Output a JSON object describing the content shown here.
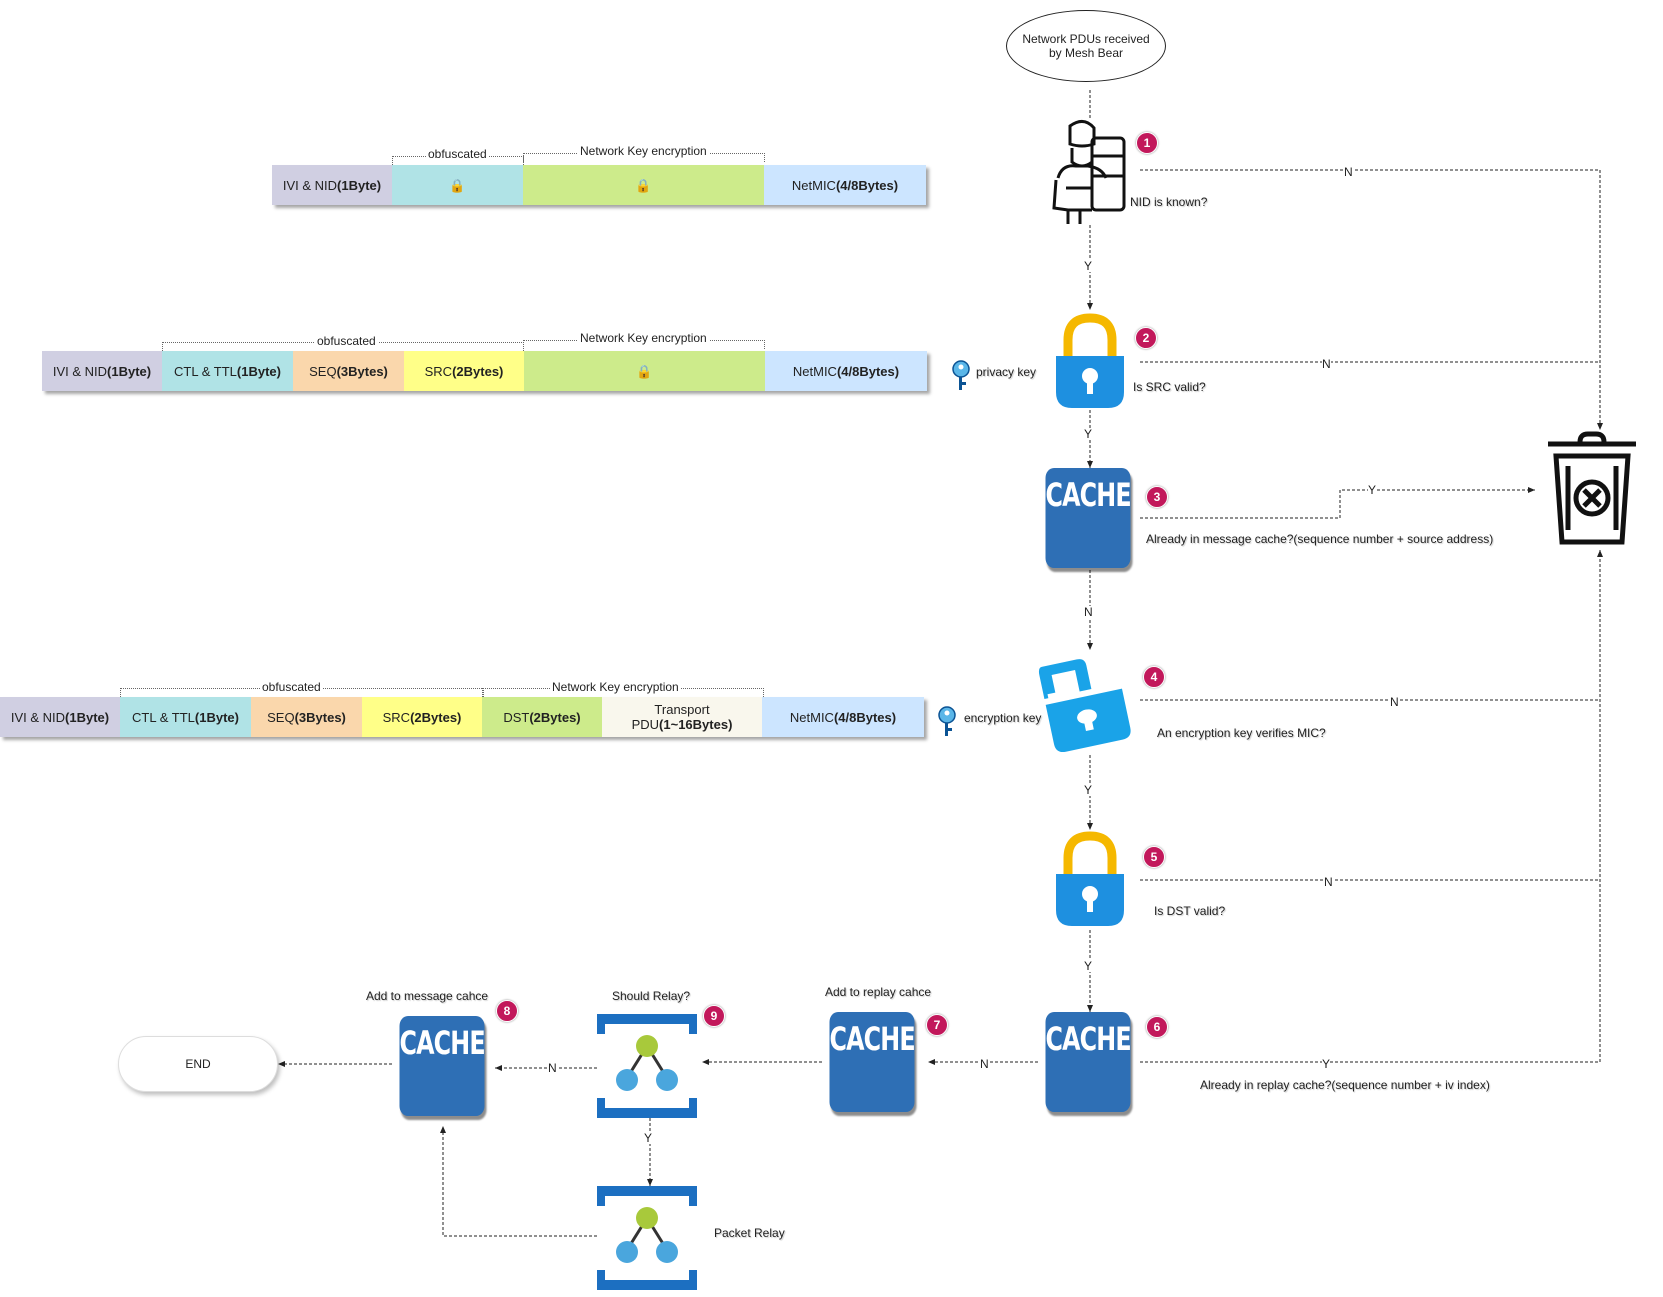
{
  "start": "Network PDUs received by Mesh Bear",
  "end": "END",
  "badges": [
    "1",
    "2",
    "3",
    "4",
    "5",
    "6",
    "7",
    "8",
    "9"
  ],
  "steps": {
    "s1": "NID is known?",
    "s2": "Is SRC valid?",
    "s3": "Already in message cache?(sequence number + source address)",
    "s4": "An encryption key verifies MIC?",
    "s5": "Is DST valid?",
    "s6": "Already in replay cache?(sequence number + iv index)",
    "s7": "Add to replay cahce",
    "s8": "Add to message cahce",
    "s9": "Should Relay?",
    "relay": "Packet Relay"
  },
  "cache_label": "CACHE",
  "edges": {
    "yes": "Y",
    "no": "N"
  },
  "keys": {
    "privacy": "privacy key",
    "encryption": "encryption key"
  },
  "brackets": {
    "obfuscated": "obfuscated",
    "netkey": "Network Key encryption"
  },
  "row1": {
    "ivi": "IVI & NID",
    "ivi_b": "(1Byte)",
    "mic": "NetMIC",
    "mic_b": "(4/8Bytes)"
  },
  "row2": {
    "ivi": "IVI & NID",
    "ivi_b": "(1Byte)",
    "ctl": "CTL & TTL",
    "ctl_b": "(1Byte)",
    "seq": "SEQ",
    "seq_b": "(3Bytes)",
    "src": "SRC",
    "src_b": "(2Bytes)",
    "mic": "NetMIC",
    "mic_b": "(4/8Bytes)"
  },
  "row3": {
    "ivi": "IVI & NID",
    "ivi_b": "(1Byte)",
    "ctl": "CTL & TTL",
    "ctl_b": "(1Byte)",
    "seq": "SEQ",
    "seq_b": "(3Bytes)",
    "src": "SRC",
    "src_b": "(2Bytes)",
    "dst": "DST",
    "dst_b": "(2Bytes)",
    "tp": "Transport",
    "tp2": "PDU",
    "tp_b": "(1~16Bytes)",
    "mic": "NetMIC",
    "mic_b": "(4/8Bytes)"
  },
  "colors": {
    "ivi": "#d0cfe2",
    "ctl": "#b0e3e6",
    "seq": "#fad7ac",
    "src": "#ffff88",
    "green": "#cdeb8b",
    "transport": "#f9f7ed",
    "mic": "#cce5ff",
    "cache": "#2e6fb5",
    "badge": "#c2185b",
    "lock": "#f5b800",
    "lockbody": "#1e90e0"
  }
}
